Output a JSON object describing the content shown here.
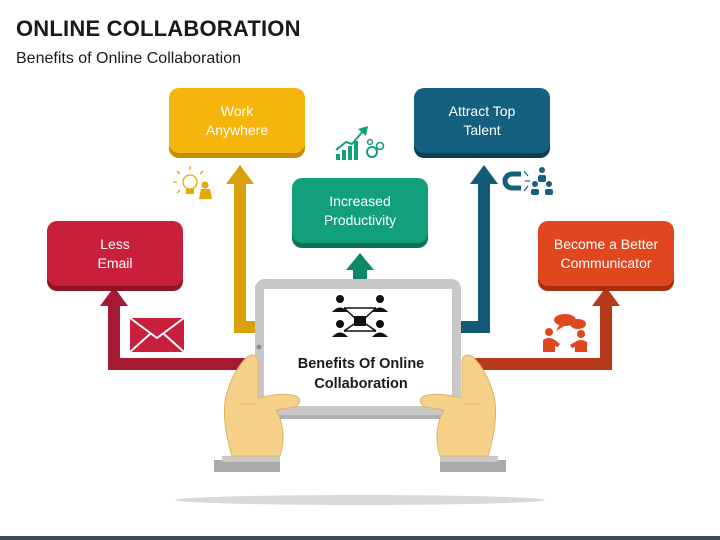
{
  "header": {
    "title": "ONLINE COLLABORATION",
    "subtitle": "Benefits of Online Collaboration"
  },
  "center": {
    "lines": [
      "Benefits Of Online",
      "Collaboration"
    ]
  },
  "benefits": [
    {
      "id": "less-email",
      "lines": [
        "Less",
        "Email"
      ],
      "color": "#c8203a",
      "shadow": "#8e1428"
    },
    {
      "id": "work-anywhere",
      "lines": [
        "Work",
        "Anywhere"
      ],
      "color": "#f5b50d",
      "shadow": "#c48c00"
    },
    {
      "id": "increased-productivity",
      "lines": [
        "Increased",
        "Productivity"
      ],
      "color": "#12a07a",
      "shadow": "#0b6f55"
    },
    {
      "id": "attract-top-talent",
      "lines": [
        "Attract Top",
        "Talent"
      ],
      "color": "#14607e",
      "shadow": "#0b3f55"
    },
    {
      "id": "better-communicator",
      "lines": [
        "Become a Better",
        "Communicator"
      ],
      "color": "#e0471f",
      "shadow": "#a8300f"
    }
  ],
  "icons": [
    "envelope-icon",
    "lightbulb-person-icon",
    "growth-chart-icon",
    "magnet-people-icon",
    "conversation-icon",
    "team-network-icon"
  ]
}
